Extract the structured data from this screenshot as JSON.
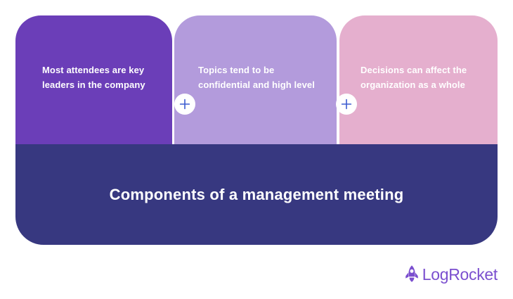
{
  "graphic": {
    "kind": "infographic",
    "background_color": "#FFFFFF",
    "panels": [
      {
        "text": "Most attendees are key leaders in the company",
        "color": "#6B3EB8",
        "text_color": "#FFFFFF"
      },
      {
        "text": "Topics tend to be confidential and high level",
        "color": "#B39BDC",
        "text_color": "#FFFFFF"
      },
      {
        "text": "Decisions can affect the organization as a whole",
        "color": "#E5AFCE",
        "text_color": "#FFFFFF"
      }
    ],
    "connectors": [
      {
        "icon": "plus-icon",
        "symbol": "+",
        "circle_color": "#FFFFFF",
        "glyph_color": "#3B5BD0"
      },
      {
        "icon": "plus-icon",
        "symbol": "+",
        "circle_color": "#FFFFFF",
        "glyph_color": "#3B5BD0"
      }
    ],
    "banner": {
      "title": "Components of a management meeting",
      "color": "#373880",
      "text_color": "#FFFFFF"
    },
    "logo": {
      "name": "LogRocket",
      "icon": "rocket-icon",
      "color": "#7B4FCF"
    }
  }
}
